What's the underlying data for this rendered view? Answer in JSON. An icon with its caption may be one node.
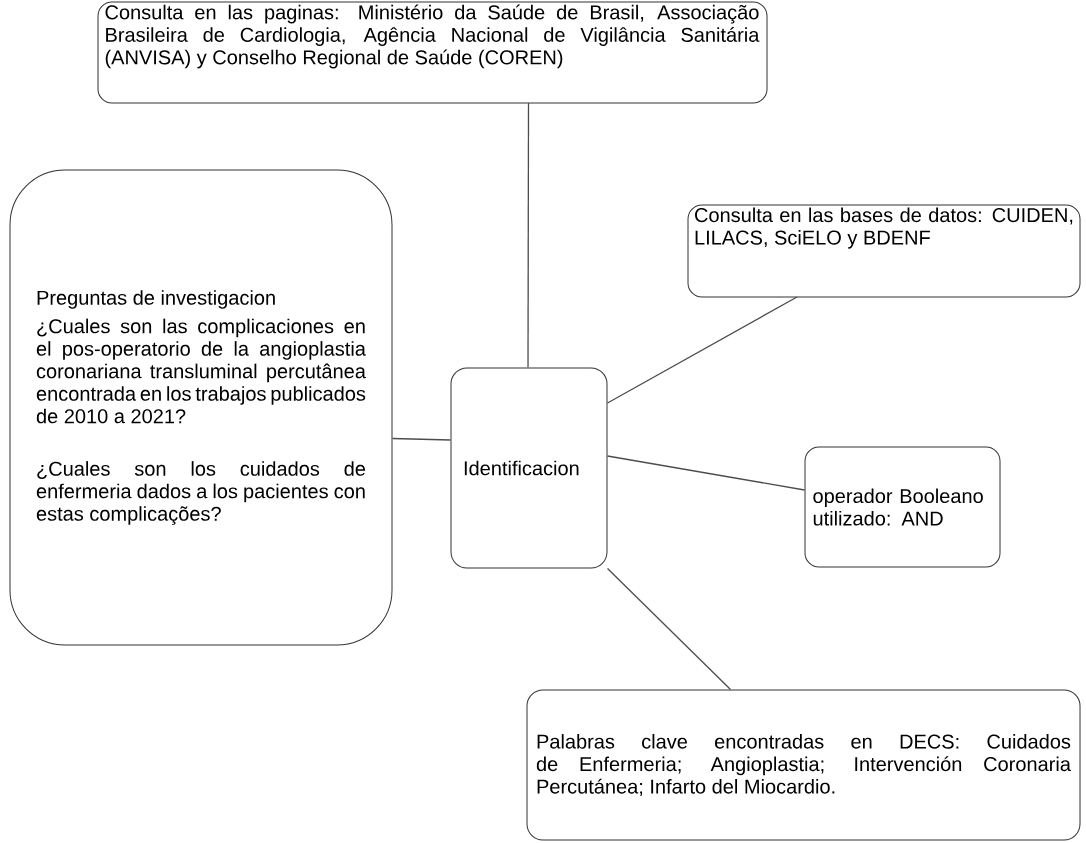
{
  "diagram": {
    "nodes": [
      {
        "text": [
          "Consulta en las paginas: Ministério da Saúde de Brasil, Associação Brasileira de Cardiologia, Agência Nacional de Vigilância Sanitária (ANVISA) y Conselho Regional de Saúde (COREN)"
        ]
      },
      {
        "text": [
          "Preguntas de investigacion",
          "¿Cuales son las complicaciones en el pos-operatorio de la angioplastia coronariana transluminal percutânea encontrada en los trabajos publicados de 2010 a 2021?",
          "¿Cuales son los cuidados de enfermeria dados a los pacientes con estas complicações?"
        ]
      },
      {
        "text": [
          "Identificacion"
        ]
      },
      {
        "text": [
          "Consulta en las bases de datos: CUIDEN, LILACS, SciELO y BDENF"
        ]
      },
      {
        "text": [
          "operador Booleano utilizado: AND"
        ]
      },
      {
        "text": [
          "Palabras clave encontradas en DECS: Cuidados de Enfermeria; Angioplastia; Intervención Coronaria Percutánea; Infarto del Miocardio."
        ]
      }
    ],
    "edges": [
      {
        "from": 0,
        "to": 2,
        "arrow": "none"
      },
      {
        "from": 1,
        "to": 2,
        "arrow": "none"
      },
      {
        "from": 2,
        "to": 3,
        "arrow": "none"
      },
      {
        "from": 2,
        "to": 4,
        "arrow": "none"
      },
      {
        "from": 2,
        "to": 5,
        "arrow": "none"
      }
    ]
  }
}
